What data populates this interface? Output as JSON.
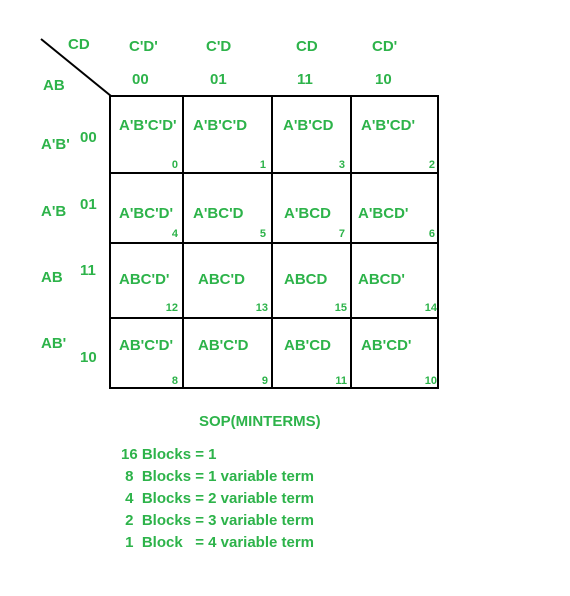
{
  "corner": {
    "cd_label": "CD",
    "ab_label": "AB"
  },
  "columns": [
    {
      "term": "C'D'",
      "code": "00"
    },
    {
      "term": "C'D",
      "code": "01"
    },
    {
      "term": "CD",
      "code": "11"
    },
    {
      "term": "CD'",
      "code": "10"
    }
  ],
  "rows": [
    {
      "term": "A'B'",
      "code": "00"
    },
    {
      "term": "A'B",
      "code": "01"
    },
    {
      "term": "AB",
      "code": "11"
    },
    {
      "term": "AB'",
      "code": "10"
    }
  ],
  "cells": [
    [
      {
        "term": "A'B'C'D'",
        "index": "0"
      },
      {
        "term": "A'B'C'D",
        "index": "1"
      },
      {
        "term": "A'B'CD",
        "index": "3"
      },
      {
        "term": "A'B'CD'",
        "index": "2"
      }
    ],
    [
      {
        "term": "A'BC'D'",
        "index": "4"
      },
      {
        "term": "A'BC'D",
        "index": "5"
      },
      {
        "term": "A'BCD",
        "index": "7"
      },
      {
        "term": "A'BCD'",
        "index": "6"
      }
    ],
    [
      {
        "term": "ABC'D'",
        "index": "12"
      },
      {
        "term": "ABC'D",
        "index": "13"
      },
      {
        "term": "ABCD",
        "index": "15"
      },
      {
        "term": "ABCD'",
        "index": "14"
      }
    ],
    [
      {
        "term": "AB'C'D'",
        "index": "8"
      },
      {
        "term": "AB'C'D",
        "index": "9"
      },
      {
        "term": "AB'CD",
        "index": "11"
      },
      {
        "term": "AB'CD'",
        "index": "10"
      }
    ]
  ],
  "legend": {
    "title": "SOP(MINTERMS)",
    "lines": [
      "16 Blocks = 1",
      " 8  Blocks = 1 variable term",
      " 4  Blocks = 2 variable term",
      " 2  Blocks = 3 variable term",
      " 1  Block   = 4 variable term"
    ]
  }
}
